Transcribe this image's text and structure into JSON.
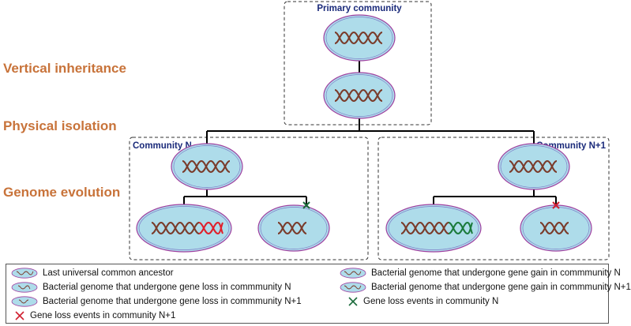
{
  "stages": {
    "vertical": "Vertical inheritance",
    "isolation": "Physical isolation",
    "evolution": "Genome evolution"
  },
  "boxes": {
    "primary": "Primary community",
    "community_n": "Community N",
    "community_n1": "Community N+1"
  },
  "legend": {
    "luca": "Last universal common ancestor",
    "loss_n": "Bacterial genome that undergone gene loss in commmunity N",
    "loss_n1": "Bacterial genome that undergone gene loss in commmunity N+1",
    "loss_event_n1": "Gene loss events in community N+1",
    "gain_n": "Bacterial genome that undergone gene gain in commmunity N",
    "gain_n1": "Bacterial genome that undergone gene gain in commmunity N+1",
    "loss_event_n": "Gene loss events in community N"
  },
  "colors": {
    "cell_fill": "#aedcea",
    "cell_outline": "#a040a0",
    "dna": "#7a3b2a",
    "gain_n": "#e0202a",
    "gain_n1": "#1a7a3a",
    "loss_mark_n": "#1a6a3a",
    "loss_mark_n1": "#d02030",
    "stage_label": "#c8733a",
    "box_label": "#1a2a7a"
  }
}
